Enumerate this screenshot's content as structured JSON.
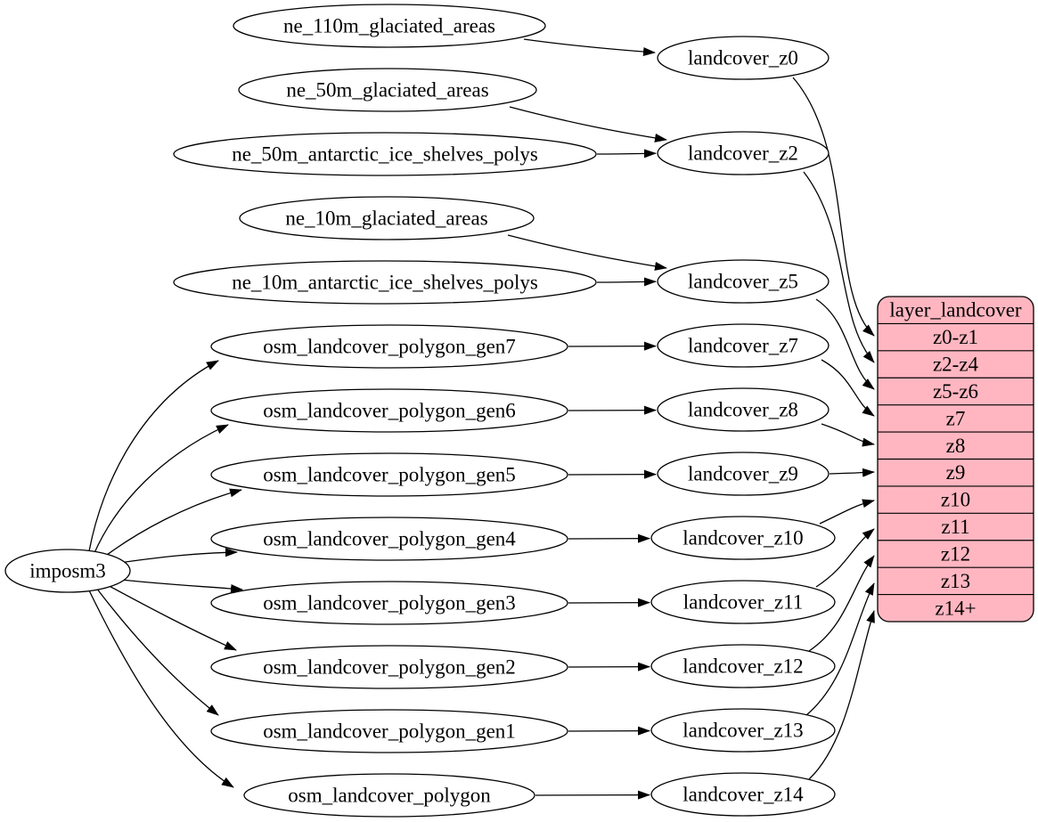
{
  "page": {
    "background": "#ffffff"
  },
  "diagram": {
    "type": "flow-graph",
    "stroke_color": "#000000",
    "node_fill": "#ffffff",
    "nodes": [
      {
        "id": "imposm3",
        "label": "imposm3"
      },
      {
        "id": "ne_110m_glaciated_areas",
        "label": "ne_110m_glaciated_areas"
      },
      {
        "id": "ne_50m_glaciated_areas",
        "label": "ne_50m_glaciated_areas"
      },
      {
        "id": "ne_50m_antarctic_ice_shelves_polys",
        "label": "ne_50m_antarctic_ice_shelves_polys"
      },
      {
        "id": "ne_10m_glaciated_areas",
        "label": "ne_10m_glaciated_areas"
      },
      {
        "id": "ne_10m_antarctic_ice_shelves_polys",
        "label": "ne_10m_antarctic_ice_shelves_polys"
      },
      {
        "id": "osm_landcover_polygon_gen7",
        "label": "osm_landcover_polygon_gen7"
      },
      {
        "id": "osm_landcover_polygon_gen6",
        "label": "osm_landcover_polygon_gen6"
      },
      {
        "id": "osm_landcover_polygon_gen5",
        "label": "osm_landcover_polygon_gen5"
      },
      {
        "id": "osm_landcover_polygon_gen4",
        "label": "osm_landcover_polygon_gen4"
      },
      {
        "id": "osm_landcover_polygon_gen3",
        "label": "osm_landcover_polygon_gen3"
      },
      {
        "id": "osm_landcover_polygon_gen2",
        "label": "osm_landcover_polygon_gen2"
      },
      {
        "id": "osm_landcover_polygon_gen1",
        "label": "osm_landcover_polygon_gen1"
      },
      {
        "id": "osm_landcover_polygon",
        "label": "osm_landcover_polygon"
      },
      {
        "id": "landcover_z0",
        "label": "landcover_z0"
      },
      {
        "id": "landcover_z2",
        "label": "landcover_z2"
      },
      {
        "id": "landcover_z5",
        "label": "landcover_z5"
      },
      {
        "id": "landcover_z7",
        "label": "landcover_z7"
      },
      {
        "id": "landcover_z8",
        "label": "landcover_z8"
      },
      {
        "id": "landcover_z9",
        "label": "landcover_z9"
      },
      {
        "id": "landcover_z10",
        "label": "landcover_z10"
      },
      {
        "id": "landcover_z11",
        "label": "landcover_z11"
      },
      {
        "id": "landcover_z12",
        "label": "landcover_z12"
      },
      {
        "id": "landcover_z13",
        "label": "landcover_z13"
      },
      {
        "id": "landcover_z14",
        "label": "landcover_z14"
      }
    ],
    "record": {
      "id": "layer_landcover",
      "title": "layer_landcover",
      "fill": "#ffb6c1",
      "rows": [
        "z0-z1",
        "z2-z4",
        "z5-z6",
        "z7",
        "z8",
        "z9",
        "z10",
        "z11",
        "z12",
        "z13",
        "z14+"
      ]
    },
    "edges": [
      {
        "from": "ne_110m_glaciated_areas",
        "to": "landcover_z0"
      },
      {
        "from": "ne_50m_glaciated_areas",
        "to": "landcover_z2"
      },
      {
        "from": "ne_50m_antarctic_ice_shelves_polys",
        "to": "landcover_z2"
      },
      {
        "from": "ne_10m_glaciated_areas",
        "to": "landcover_z5"
      },
      {
        "from": "ne_10m_antarctic_ice_shelves_polys",
        "to": "landcover_z5"
      },
      {
        "from": "imposm3",
        "to": "osm_landcover_polygon_gen7"
      },
      {
        "from": "imposm3",
        "to": "osm_landcover_polygon_gen6"
      },
      {
        "from": "imposm3",
        "to": "osm_landcover_polygon_gen5"
      },
      {
        "from": "imposm3",
        "to": "osm_landcover_polygon_gen4"
      },
      {
        "from": "imposm3",
        "to": "osm_landcover_polygon_gen3"
      },
      {
        "from": "imposm3",
        "to": "osm_landcover_polygon_gen2"
      },
      {
        "from": "imposm3",
        "to": "osm_landcover_polygon_gen1"
      },
      {
        "from": "imposm3",
        "to": "osm_landcover_polygon"
      },
      {
        "from": "osm_landcover_polygon_gen7",
        "to": "landcover_z7"
      },
      {
        "from": "osm_landcover_polygon_gen6",
        "to": "landcover_z8"
      },
      {
        "from": "osm_landcover_polygon_gen5",
        "to": "landcover_z9"
      },
      {
        "from": "osm_landcover_polygon_gen4",
        "to": "landcover_z10"
      },
      {
        "from": "osm_landcover_polygon_gen3",
        "to": "landcover_z11"
      },
      {
        "from": "osm_landcover_polygon_gen2",
        "to": "landcover_z12"
      },
      {
        "from": "osm_landcover_polygon_gen1",
        "to": "landcover_z13"
      },
      {
        "from": "osm_landcover_polygon",
        "to": "landcover_z14"
      },
      {
        "from": "landcover_z0",
        "to": "layer_landcover.z0-z1"
      },
      {
        "from": "landcover_z2",
        "to": "layer_landcover.z2-z4"
      },
      {
        "from": "landcover_z5",
        "to": "layer_landcover.z5-z6"
      },
      {
        "from": "landcover_z7",
        "to": "layer_landcover.z7"
      },
      {
        "from": "landcover_z8",
        "to": "layer_landcover.z8"
      },
      {
        "from": "landcover_z9",
        "to": "layer_landcover.z9"
      },
      {
        "from": "landcover_z10",
        "to": "layer_landcover.z10"
      },
      {
        "from": "landcover_z11",
        "to": "layer_landcover.z11"
      },
      {
        "from": "landcover_z12",
        "to": "layer_landcover.z12"
      },
      {
        "from": "landcover_z13",
        "to": "layer_landcover.z13"
      },
      {
        "from": "landcover_z14",
        "to": "layer_landcover.z14+"
      }
    ]
  }
}
